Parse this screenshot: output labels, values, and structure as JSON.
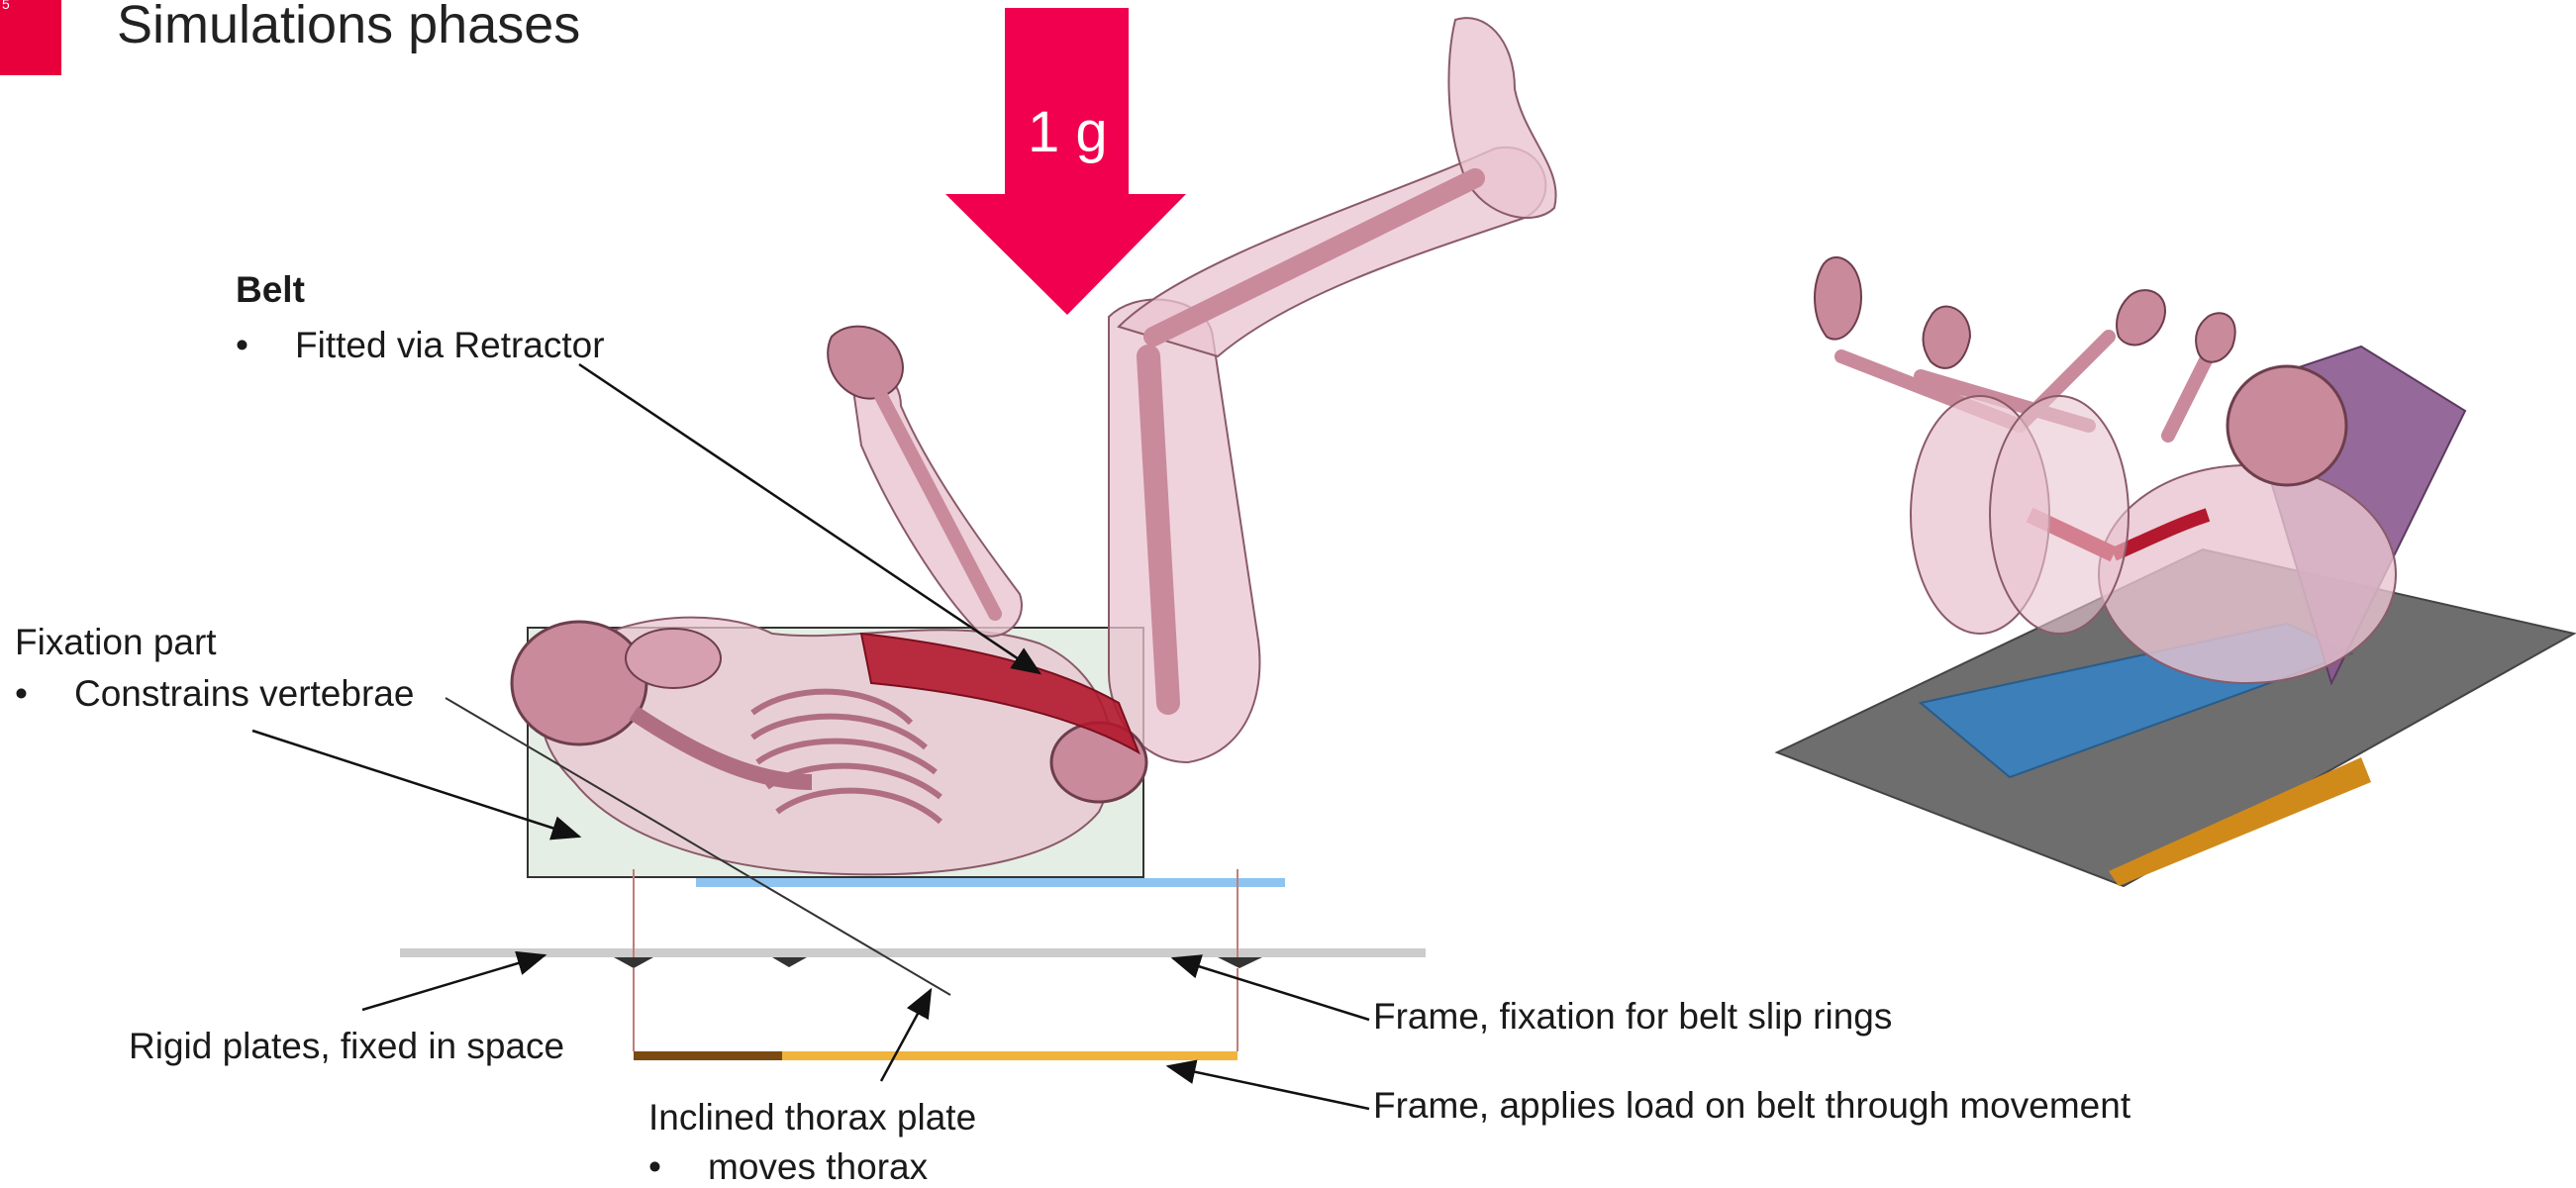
{
  "slide": {
    "number": "5",
    "title": "Simulations phases"
  },
  "gravity": {
    "label": "1 g",
    "color": "#f0004e"
  },
  "annotations": {
    "belt": {
      "title": "Belt",
      "bullet": "Fitted via Retractor"
    },
    "fixation": {
      "title": "Fixation part",
      "bullet": "Constrains vertebrae"
    },
    "rigid_plates": "Rigid plates, fixed in space",
    "inclined_plate": {
      "title": "Inclined thorax plate",
      "bullet": "moves thorax"
    },
    "frame_slip_rings": "Frame, fixation for belt slip rings",
    "frame_load": "Frame, applies load on belt through movement"
  },
  "colors": {
    "accent": "#e8003d",
    "skeleton": "#c98a9c",
    "soft_tissue": "#e9c4d0",
    "belt": "#b3182e",
    "fixation_box": "#dbe8dc",
    "plate_blue": "#8ec4ef",
    "rigid_plate": "#cccccc",
    "frame_orange": "#f0b43c",
    "frame_dark": "#7a4a12",
    "base_gray": "#6e6e6e",
    "seat_purple": "#8a5a90",
    "seat_blue": "#3d7fb8"
  }
}
